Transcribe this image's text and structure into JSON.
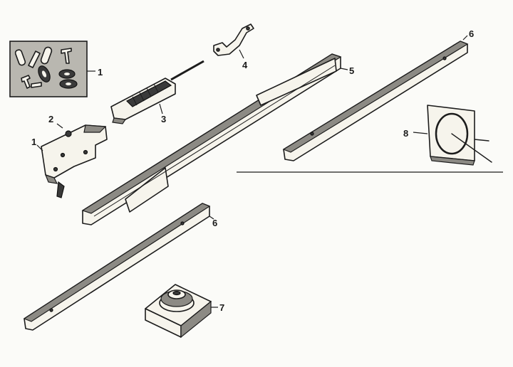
{
  "callouts": [
    {
      "id": "callout-1-hardware-bag",
      "label": "1"
    },
    {
      "id": "callout-2-bracket-top",
      "label": "2"
    },
    {
      "id": "callout-1-bracket-side",
      "label": "1"
    },
    {
      "id": "callout-3-spring-trolley",
      "label": "3"
    },
    {
      "id": "callout-4-door-arm",
      "label": "4"
    },
    {
      "id": "callout-5-center-rail",
      "label": "5"
    },
    {
      "id": "callout-6-rail-upper",
      "label": "6"
    },
    {
      "id": "callout-6-rail-lower",
      "label": "6"
    },
    {
      "id": "callout-7-pulley-bracket",
      "label": "7"
    },
    {
      "id": "callout-8-sprocket-cover",
      "label": "8"
    }
  ],
  "colors": {
    "ink": "#1c1c1c",
    "paper": "#fbfbf8",
    "part_fill": "#f6f4ec",
    "shade": "#8c8a84",
    "hardware_bg": "#b9b7b0"
  }
}
